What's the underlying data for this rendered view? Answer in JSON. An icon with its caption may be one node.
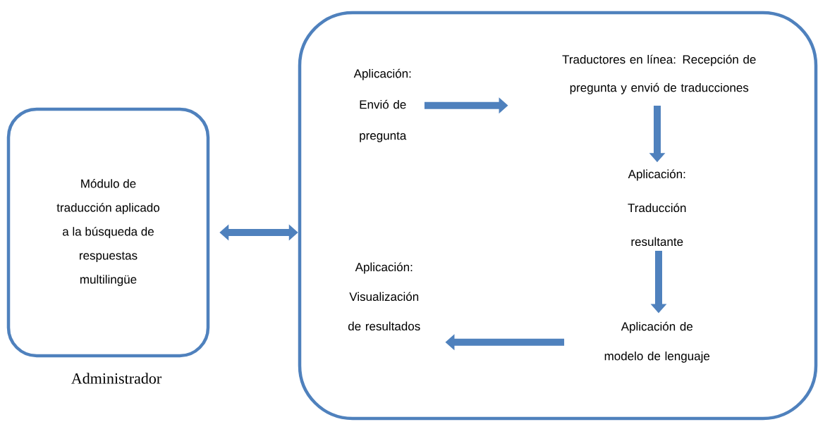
{
  "diagram": {
    "nodes": [
      {
        "text": [
          "Módulo de traducción aplicado a la búsqueda de respuestas multilingüe"
        ],
        "beside": [
          "Administrador"
        ]
      },
      {
        "text": [],
        "shape": "box"
      },
      {
        "text": [
          "Aplicación: Envió de pregunta"
        ],
        "in": 1
      },
      {
        "text": [
          "Traductores en línea: Recepción de pregunta y envió de traducciones"
        ],
        "in": 1
      },
      {
        "text": [
          "Aplicación: Traducción resultante"
        ],
        "in": 1
      },
      {
        "text": [
          "Aplicación de modelo de lenguaje"
        ],
        "in": 1
      },
      {
        "text": [
          "Aplicación: Visualización de resultados"
        ],
        "in": 1
      }
    ],
    "edges": [
      {
        "from": 0,
        "to": 1,
        "arrow": "both"
      },
      {
        "from": 2,
        "to": 3,
        "arrow": "to"
      },
      {
        "from": 3,
        "to": 4,
        "arrow": "to"
      },
      {
        "from": 4,
        "to": 5,
        "arrow": "to"
      },
      {
        "from": 5,
        "to": 6,
        "arrow": "to"
      }
    ]
  }
}
